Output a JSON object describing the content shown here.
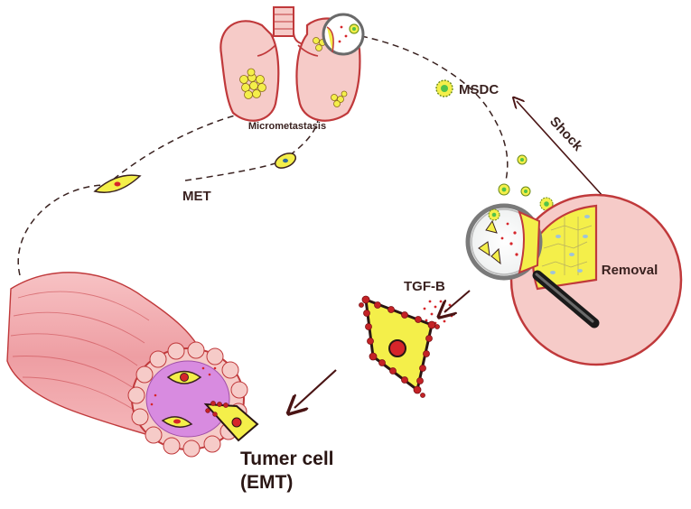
{
  "labels": {
    "micrometastasis": "Micrometastasis",
    "met": "MET",
    "msdc": "MSDC",
    "shock": "Shock",
    "removal": "Removal",
    "tgfb": "TGF-B",
    "tumor_cell_line1": "Tumer cell",
    "tumor_cell_line2": "(EMT)"
  },
  "colors": {
    "tissue_pink": "#f6cbc8",
    "outline_red": "#c0393b",
    "cell_yellow": "#f4ef4a",
    "nucleus_red": "#d6252a",
    "arrow_dark": "#5a1a1a",
    "lumen_purple": "#d88be0"
  }
}
